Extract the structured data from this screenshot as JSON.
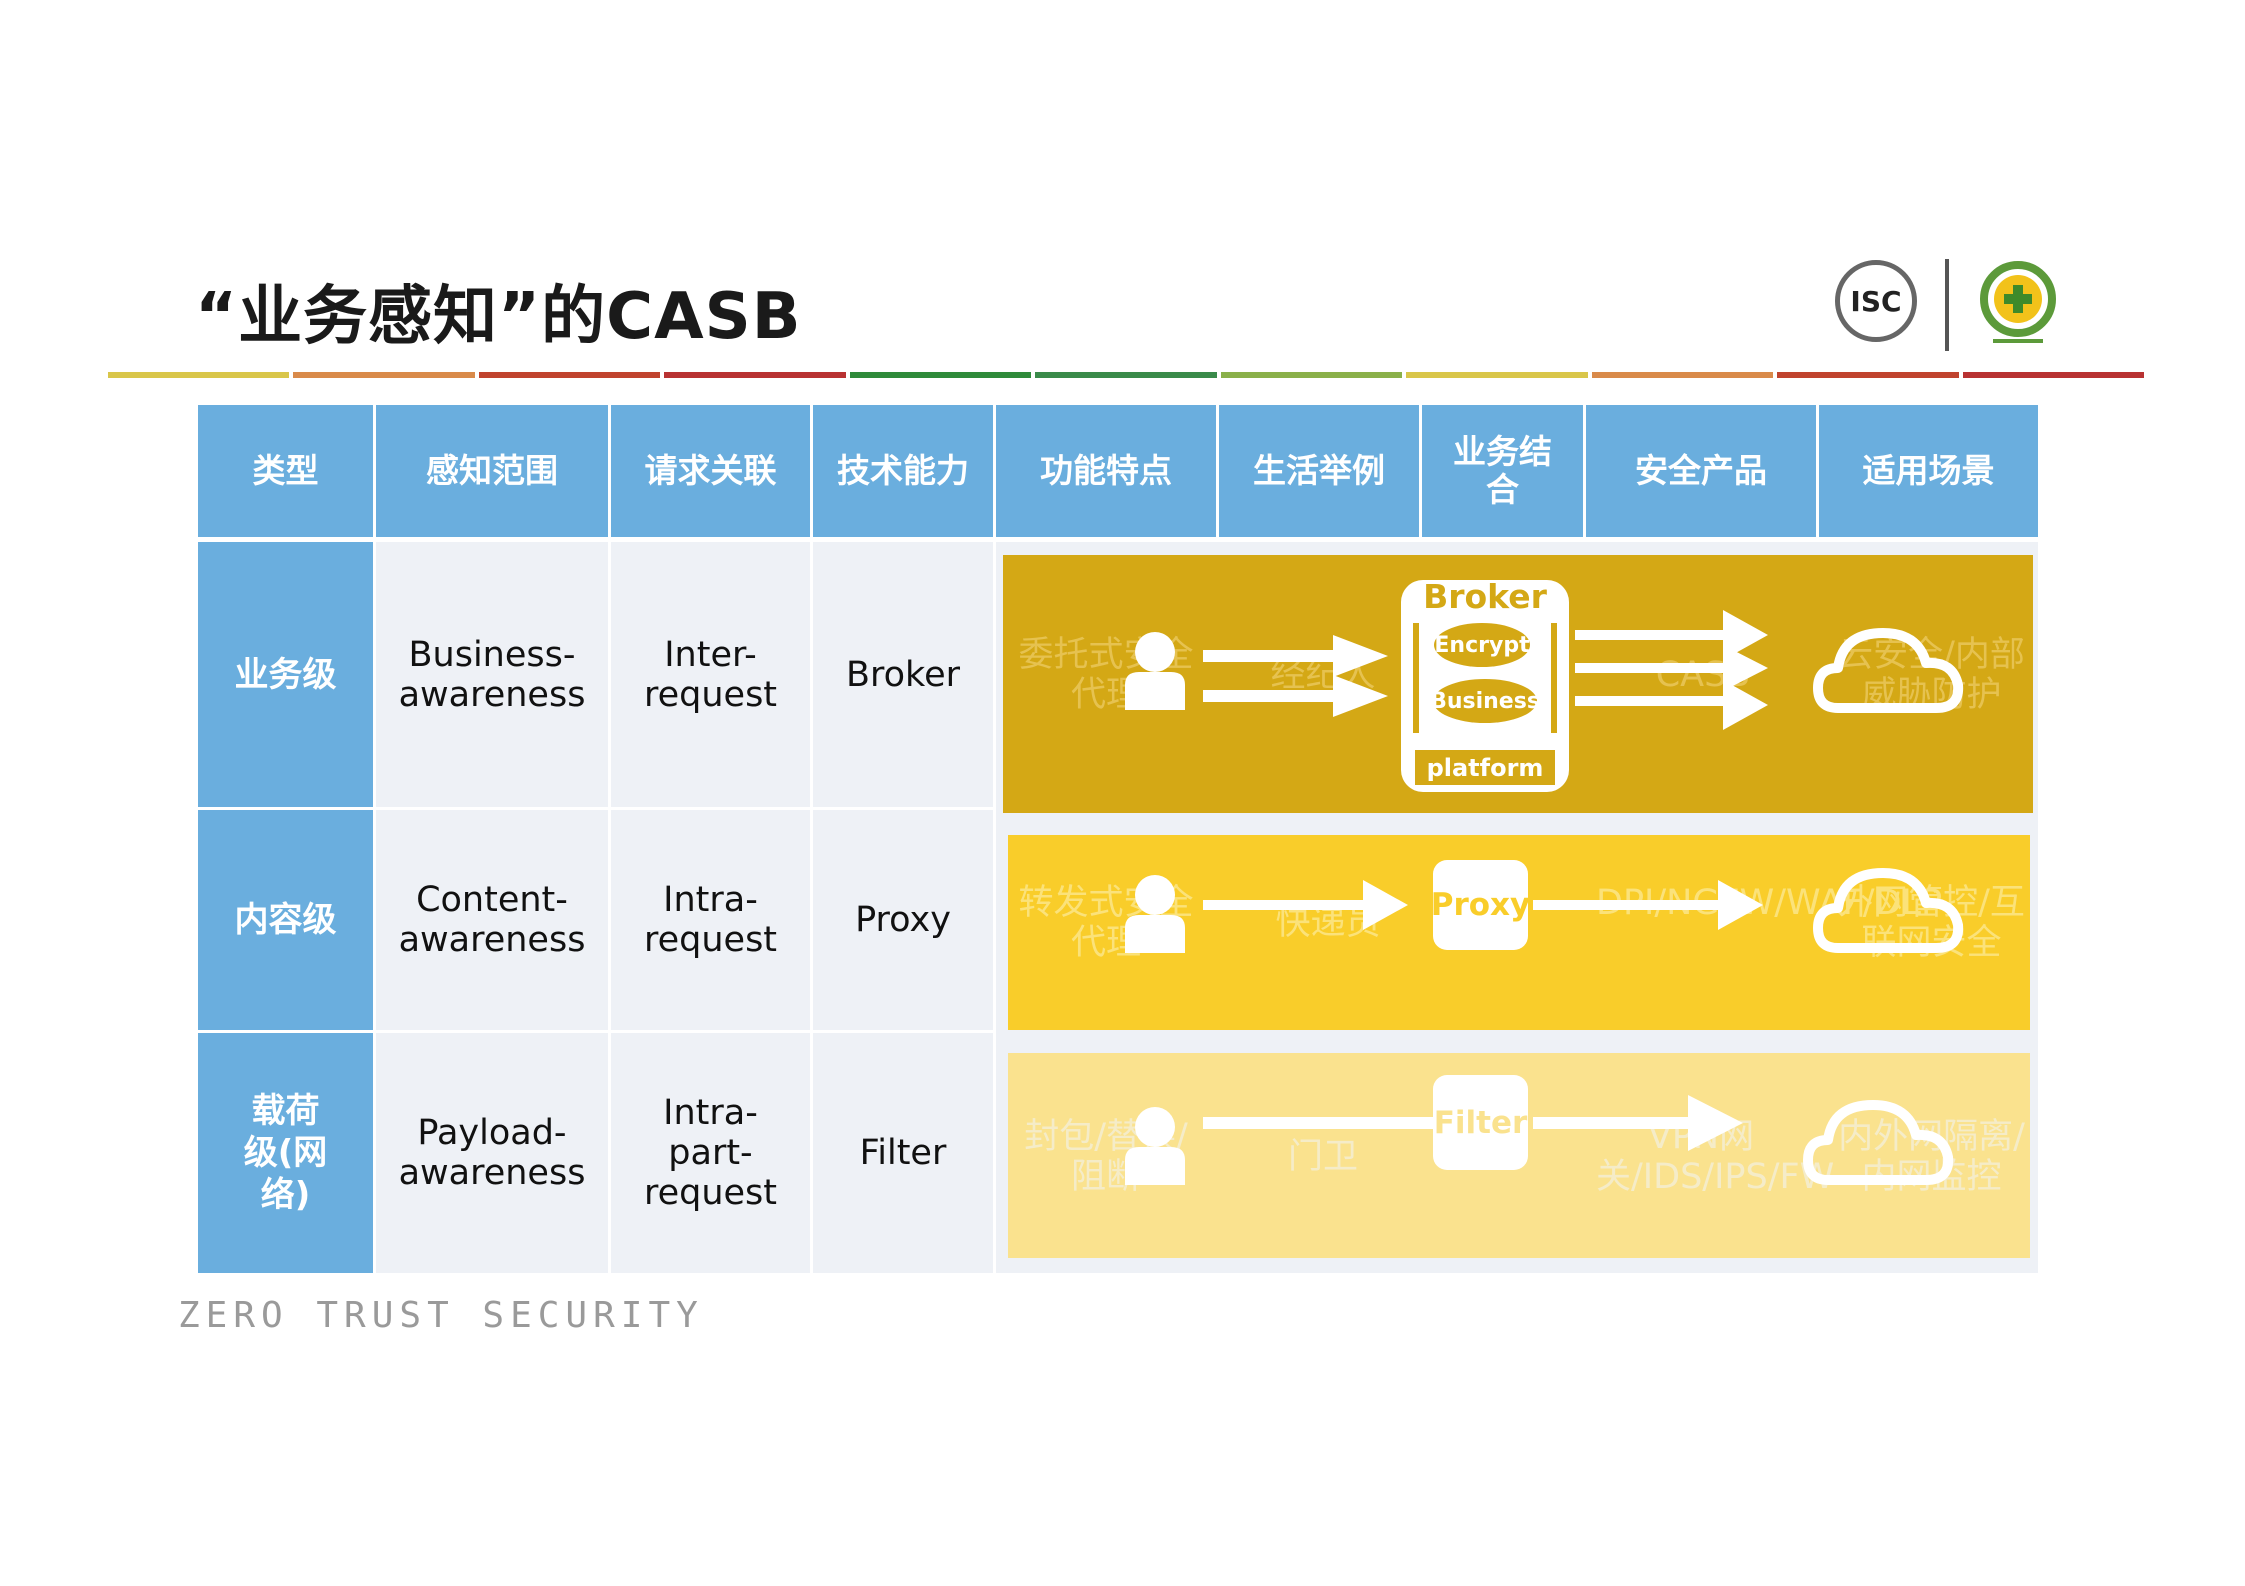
{
  "title": "“业务感知”的CASB",
  "footer": "ZERO TRUST SECURITY",
  "logos": {
    "isc": "ISC",
    "emblem": "emblem-icon"
  },
  "header_row": [
    "类型",
    "感知范围",
    "请求关联",
    "技术能力",
    "功能特点",
    "生活举例",
    "业务结合",
    "安全产品",
    "适用场景"
  ],
  "rows": [
    {
      "type": "业务级",
      "awareness": "Business-awareness",
      "request": "Inter-request",
      "capability": "Broker",
      "feature": "委托式安全代理",
      "example": "经纪人",
      "product": "CASB",
      "scenario": "云安全/内部威胁防护",
      "band_color": "#d4a815",
      "box": {
        "title": "Broker",
        "pill1": "Encrypt",
        "pill2": "Business",
        "base": "platform"
      }
    },
    {
      "type": "内容级",
      "awareness": "Content-awareness",
      "request": "Intra-request",
      "capability": "Proxy",
      "feature": "转发式安全代理",
      "example": "快递员",
      "product": "DPI/NGFW/WAF/DLP",
      "scenario": "外网管控/互联网安全",
      "band_color": "#f9cd2a",
      "box": {
        "title": "Proxy"
      }
    },
    {
      "type": "载荷级(网络)",
      "awareness": "Payload-awareness",
      "request": "Intra-part-request",
      "capability": "Filter",
      "feature": "封包/替换/阻断",
      "example": "门卫",
      "product": "VPN网关/IDS/IPS/FW",
      "scenario": "内外网隔离/内网监控",
      "band_color": "#fae28e",
      "box": {
        "title": "Filter"
      }
    }
  ],
  "colors": {
    "header": "#6aaede",
    "cell": "#eef1f6",
    "rule": [
      "#d9c64a",
      "#d98a4a",
      "#c0432e",
      "#b83232",
      "#2f8a3a",
      "#3a8a4a",
      "#8ab04a",
      "#d9c64a",
      "#d98a4a",
      "#c0432e",
      "#b83232"
    ]
  }
}
